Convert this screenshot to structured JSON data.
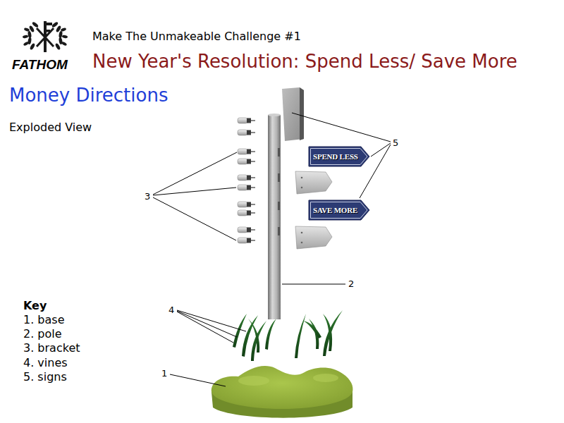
{
  "diagram": {
    "title": "New Year's Resolution: Spend Less/ Save More",
    "nodes": [
      {
        "text": [
          "SPEND LESS"
        ]
      },
      {
        "text": [
          "SAVE MORE"
        ]
      }
    ],
    "labels": [
      "Make The Unmakeable Challenge #1",
      "FATHOM",
      "Money Directions",
      "Exploded View",
      "5",
      "3",
      "2",
      "4",
      "Key",
      "1"
    ],
    "legend": [
      {
        "text": "1. base"
      },
      {
        "text": "2. pole"
      },
      {
        "text": "3. bracket"
      },
      {
        "text": "4. vines"
      },
      {
        "text": "5. signs"
      }
    ]
  }
}
